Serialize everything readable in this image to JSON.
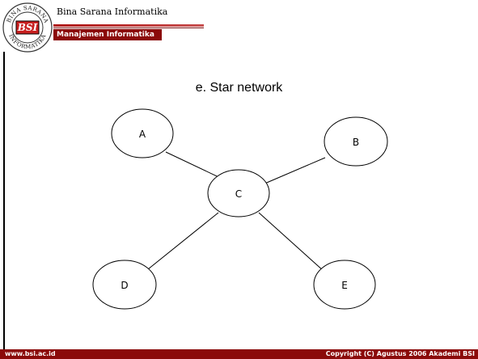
{
  "header": {
    "logo_text_top": "BINA SARANA",
    "logo_text_bottom": "INFORMATIKA",
    "logo_mark": "BSI",
    "org_name": "Bina Sarana Informatika",
    "dept_name": "Manajemen Informatika"
  },
  "slide": {
    "title": "e. Star network"
  },
  "diagram": {
    "type": "star",
    "center": "C",
    "nodes": [
      "A",
      "B",
      "C",
      "D",
      "E"
    ],
    "edges": [
      [
        "C",
        "A"
      ],
      [
        "C",
        "B"
      ],
      [
        "C",
        "D"
      ],
      [
        "C",
        "E"
      ]
    ]
  },
  "footer": {
    "url": "www.bsi.ac.id",
    "copyright": "Copyright (C) Agustus 2006 Akademi BSI"
  },
  "colors": {
    "brand_dark_red": "#8b0a0a",
    "brand_red": "#b01818"
  }
}
